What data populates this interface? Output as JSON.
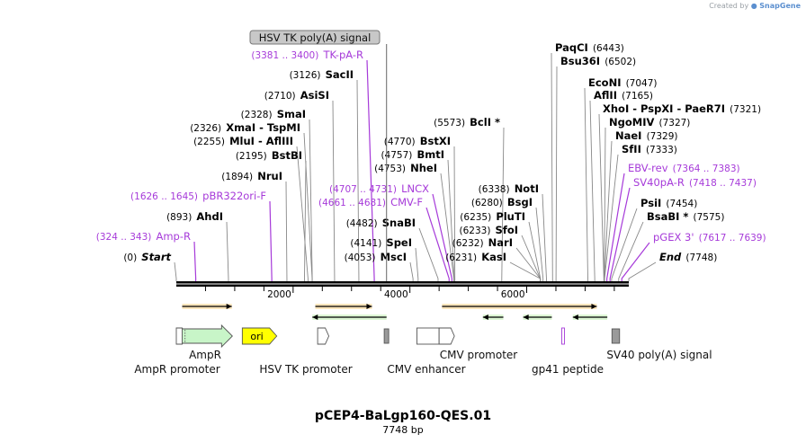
{
  "credit": {
    "prefix": "Created by",
    "brand": "SnapGene"
  },
  "plasmid": {
    "name": "pCEP4-BaLgp160-QES.01",
    "length": "7748 bp"
  },
  "scale": {
    "total": 7748,
    "ticks": [
      "2000",
      "4000",
      "6000"
    ]
  },
  "colors": {
    "primer": "#a63ad9",
    "feature_green": "#c8f5c8",
    "feature_yellow": "#ffff00",
    "orf_orange": "#f0a040",
    "orf_green": "#7fd16b"
  },
  "top_label": {
    "text": "HSV TK poly(A) signal",
    "bp": 3600
  },
  "sites": [
    {
      "name": "Start",
      "pos": "(0)",
      "bp": 0,
      "style": "italic"
    },
    {
      "name": "Amp-R",
      "pos": "(324 .. 343)",
      "bp": 333,
      "style": "primer"
    },
    {
      "name": "AhdI",
      "pos": "(893)",
      "bp": 893,
      "style": "enzyme"
    },
    {
      "name": "pBR322ori-F",
      "pos": "(1626 .. 1645)",
      "bp": 1635,
      "style": "primer"
    },
    {
      "name": "NruI",
      "pos": "(1894)",
      "bp": 1894,
      "style": "enzyme"
    },
    {
      "name": "BstBI",
      "pos": "(2195)",
      "bp": 2195,
      "style": "enzyme"
    },
    {
      "name": "MluI - AflIII",
      "pos": "(2255)",
      "bp": 2255,
      "style": "enzyme"
    },
    {
      "name": "XmaI - TspMI",
      "pos": "(2326)",
      "bp": 2326,
      "style": "enzyme"
    },
    {
      "name": "SmaI",
      "pos": "(2328)",
      "bp": 2328,
      "style": "enzyme"
    },
    {
      "name": "AsiSI",
      "pos": "(2710)",
      "bp": 2710,
      "style": "enzyme"
    },
    {
      "name": "SacII",
      "pos": "(3126)",
      "bp": 3126,
      "style": "enzyme"
    },
    {
      "name": "TK-pA-R",
      "pos": "(3381 .. 3400)",
      "bp": 3390,
      "style": "primer"
    },
    {
      "name": "MscI",
      "pos": "(4053)",
      "bp": 4053,
      "style": "enzyme"
    },
    {
      "name": "SpeI",
      "pos": "(4141)",
      "bp": 4141,
      "style": "enzyme"
    },
    {
      "name": "SnaBI",
      "pos": "(4482)",
      "bp": 4482,
      "style": "enzyme"
    },
    {
      "name": "CMV-F",
      "pos": "(4661 .. 4681)",
      "bp": 4671,
      "style": "primer"
    },
    {
      "name": "LNCX",
      "pos": "(4707 .. 4731)",
      "bp": 4719,
      "style": "primer"
    },
    {
      "name": "NheI",
      "pos": "(4753)",
      "bp": 4753,
      "style": "enzyme"
    },
    {
      "name": "BmtI",
      "pos": "(4757)",
      "bp": 4757,
      "style": "enzyme"
    },
    {
      "name": "BstXI",
      "pos": "(4770)",
      "bp": 4770,
      "style": "enzyme"
    },
    {
      "name": "BclI *",
      "pos": "(5573)",
      "bp": 5573,
      "style": "enzyme"
    },
    {
      "name": "KasI",
      "pos": "(6231)",
      "bp": 6231,
      "style": "enzyme"
    },
    {
      "name": "NarI",
      "pos": "(6232)",
      "bp": 6232,
      "style": "enzyme"
    },
    {
      "name": "SfoI",
      "pos": "(6233)",
      "bp": 6233,
      "style": "enzyme"
    },
    {
      "name": "PluTI",
      "pos": "(6235)",
      "bp": 6235,
      "style": "enzyme"
    },
    {
      "name": "BsgI",
      "pos": "(6280)",
      "bp": 6280,
      "style": "enzyme"
    },
    {
      "name": "NotI",
      "pos": "(6338)",
      "bp": 6338,
      "style": "enzyme"
    },
    {
      "name": "PaqCI",
      "pos": "(6443)",
      "bp": 6443,
      "style": "enzyme"
    },
    {
      "name": "Bsu36I",
      "pos": "(6502)",
      "bp": 6502,
      "style": "enzyme"
    },
    {
      "name": "EcoNI",
      "pos": "(7047)",
      "bp": 7047,
      "style": "enzyme"
    },
    {
      "name": "AflII",
      "pos": "(7165)",
      "bp": 7165,
      "style": "enzyme"
    },
    {
      "name": "XhoI - PspXI - PaeR7I",
      "pos": "(7321)",
      "bp": 7321,
      "style": "enzyme"
    },
    {
      "name": "NgoMIV",
      "pos": "(7327)",
      "bp": 7327,
      "style": "enzyme"
    },
    {
      "name": "NaeI",
      "pos": "(7329)",
      "bp": 7329,
      "style": "enzyme"
    },
    {
      "name": "SfII",
      "pos": "(7333)",
      "bp": 7333,
      "style": "enzyme"
    },
    {
      "name": "EBV-rev",
      "pos": "(7364 .. 7383)",
      "bp": 7373,
      "style": "primer"
    },
    {
      "name": "SV40pA-R",
      "pos": "(7418 .. 7437)",
      "bp": 7427,
      "style": "primer"
    },
    {
      "name": "PsiI",
      "pos": "(7454)",
      "bp": 7454,
      "style": "enzyme"
    },
    {
      "name": "BsaBI *",
      "pos": "(7575)",
      "bp": 7575,
      "style": "enzyme"
    },
    {
      "name": "pGEX 3'",
      "pos": "(7617 .. 7639)",
      "bp": 7628,
      "style": "primer"
    },
    {
      "name": "End",
      "pos": "(7748)",
      "bp": 7748,
      "style": "italic"
    }
  ],
  "orfs": [
    {
      "start": 100,
      "end": 950,
      "dir": "right"
    },
    {
      "start": 2380,
      "end": 3350,
      "dir": "right"
    },
    {
      "start": 2330,
      "end": 3600,
      "dir": "left"
    },
    {
      "start": 4550,
      "end": 7200,
      "dir": "right"
    },
    {
      "start": 5250,
      "end": 5600,
      "dir": "left"
    },
    {
      "start": 5940,
      "end": 6430,
      "dir": "left"
    },
    {
      "start": 6790,
      "end": 7380,
      "dir": "left"
    }
  ],
  "features": [
    {
      "name": "AmpR promoter",
      "start": 0,
      "end": 100,
      "kind": "promoter"
    },
    {
      "name": "AmpR",
      "start": 100,
      "end": 960,
      "kind": "cds"
    },
    {
      "name": "ori",
      "start": 1130,
      "end": 1720,
      "kind": "ori"
    },
    {
      "name": "HSV TK promoter",
      "start": 2420,
      "end": 2550,
      "kind": "promoter"
    },
    {
      "name": "HSV TK poly(A) signal",
      "start": 3560,
      "end": 3610,
      "kind": "polya"
    },
    {
      "name": "CMV enhancer",
      "start": 4120,
      "end": 4500,
      "kind": "box"
    },
    {
      "name": "CMV promoter",
      "start": 4500,
      "end": 4700,
      "kind": "promoter"
    },
    {
      "name": "gp41 peptide",
      "start": 6600,
      "end": 6650,
      "kind": "small"
    },
    {
      "name": "SV40 poly(A) signal",
      "start": 7460,
      "end": 7590,
      "kind": "polya"
    }
  ]
}
